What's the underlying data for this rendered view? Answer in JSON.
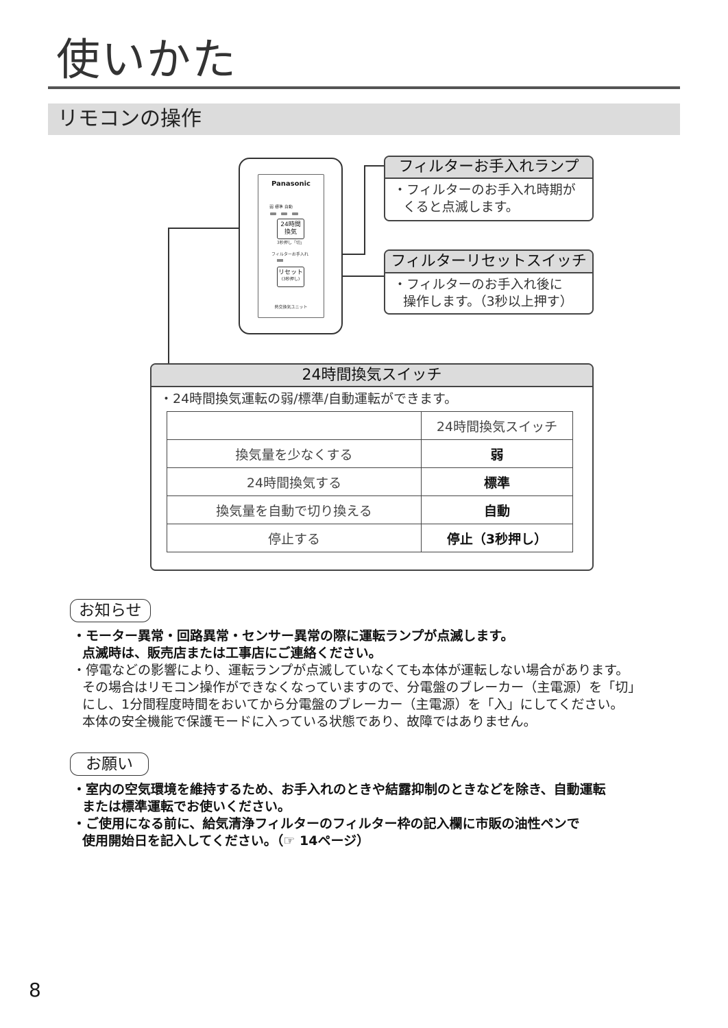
{
  "page": {
    "title": "使いかた",
    "section_heading": "リモコンの操作",
    "page_number": "8"
  },
  "remote": {
    "brand": "Panasonic",
    "mode_labels": "弱 標準 自動",
    "btn24_line1": "24時間",
    "btn24_line2": "換気",
    "btn24_sub": "3秒押し「切」",
    "filter_label": "フィルターお手入れ",
    "reset_line1": "リセット",
    "reset_line2": "(3秒押し)",
    "unit_label": "熱交換気ユニット"
  },
  "callouts": {
    "filter_lamp": {
      "title": "フィルターお手入れランプ",
      "line1": "・フィルターのお手入れ時期が",
      "line2": "くると点滅します。"
    },
    "filter_reset": {
      "title": "フィルターリセットスイッチ",
      "line1": "・フィルターのお手入れ後に",
      "line2": "操作します。（3秒以上押す）"
    },
    "switch24": {
      "title": "24時間換気スイッチ",
      "desc": "・24時間換気運転の弱/標準/自動運転ができます。",
      "table_header": [
        "",
        "24時間換気スイッチ"
      ],
      "rows": [
        {
          "action": "換気量を少なくする",
          "setting": "弱"
        },
        {
          "action": "24時間換気する",
          "setting": "標準"
        },
        {
          "action": "換気量を自動で切り換える",
          "setting": "自動"
        },
        {
          "action": "停止する",
          "setting": "停止（3秒押し）"
        }
      ]
    }
  },
  "notice": {
    "label": "お知らせ",
    "lines": [
      "・モーター異常・回路異常・センサー異常の際に運転ランプが点滅します。",
      "点滅時は、販売店または工事店にご連絡ください。",
      "・停電などの影響により、運転ランプが点滅していなくても本体が運転しない場合があります。",
      "その場合はリモコン操作ができなくなっていますので、分電盤のブレーカー（主電源）を「切」",
      "にし、1分間程度時間をおいてから分電盤のブレーカー（主電源）を「入」にしてください。",
      "本体の安全機能で保護モードに入っている状態であり、故障ではありません。"
    ]
  },
  "request": {
    "label": "お願い",
    "lines": [
      "・室内の空気環境を維持するため、お手入れのときや結露抑制のときなどを除き、自動運転",
      "または標準運転でお使いください。",
      "・ご使用になる前に、給気清浄フィルターのフィルター枠の記入欄に市販の油性ペンで",
      "使用開始日を記入してください。（☞ 14ページ）"
    ]
  }
}
